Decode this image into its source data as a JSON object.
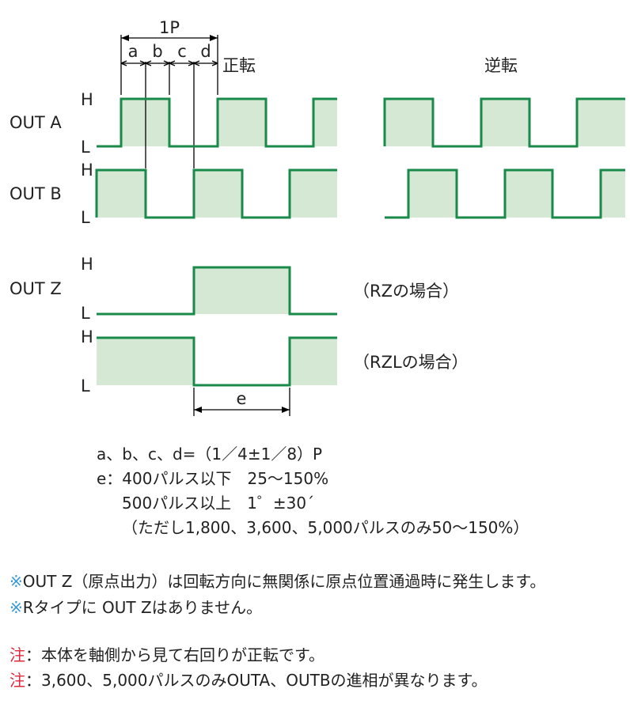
{
  "diagram": {
    "period_label": "1P",
    "sub_labels": [
      "a",
      "b",
      "c",
      "d"
    ],
    "forward_label": "正転",
    "reverse_label": "逆転",
    "signals": {
      "out_a": {
        "name": "OUT A",
        "high": "H",
        "low": "L"
      },
      "out_b": {
        "name": "OUT B",
        "high": "H",
        "low": "L"
      },
      "out_z": {
        "name": "OUT Z",
        "high": "H",
        "low": "L"
      },
      "out_z_rzl": {
        "high": "H",
        "low": "L"
      }
    },
    "rz_caption": "（RZの場合）",
    "rzl_caption": "（RZLの場合）",
    "e_label": "e",
    "colors": {
      "waveform": "#1a8a4a",
      "fill": "#d4e8d4",
      "asterisk": "#3a9ad8",
      "note": "#e0283c"
    }
  },
  "specs": [
    "a、b、c、d=（1／4±1／8）P",
    "e：400パルス以下　25〜150%",
    "500パルス以上　1゜±30´",
    "（ただし1,800、3,600、5,000パルスのみ50〜150%）"
  ],
  "remarks": [
    {
      "mark": "※",
      "text": "OUT Z（原点出力）は回転方向に無関係に原点位置通過時に発生します。"
    },
    {
      "mark": "※",
      "text": "Rタイプに OUT Zはありません。"
    }
  ],
  "notes": [
    {
      "mark": "注",
      "text": "：本体を軸側から見て右回りが正転です。"
    },
    {
      "mark": "注",
      "text": "：3,600、5,000パルスのみOUTA、OUTBの進相が異なります。"
    }
  ]
}
